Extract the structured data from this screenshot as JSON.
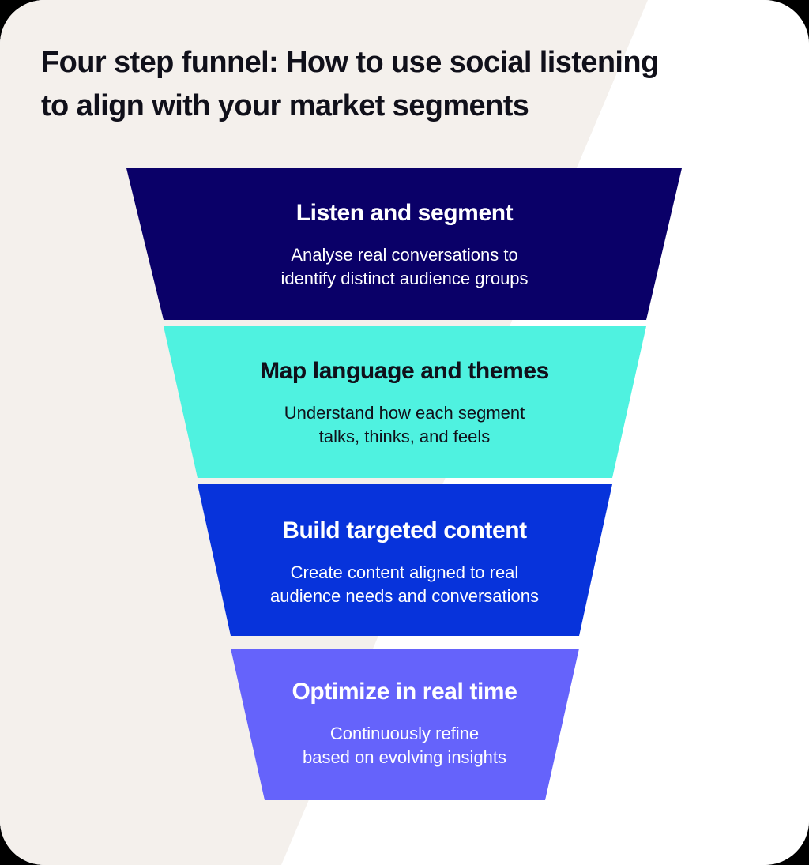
{
  "card": {
    "background_beige": "#f4f0ec",
    "background_white": "#ffffff"
  },
  "title": {
    "line1": "Four step funnel: How to use social listening",
    "line2": "to align with your market segments",
    "color": "#10101a"
  },
  "chart_data": {
    "type": "funnel",
    "title": "Four step funnel: How to use social listening to align with your market segments",
    "stages": [
      {
        "index": 1,
        "label": "Listen and segment",
        "description": "Analyse real conversations to\nidentify distinct audience groups",
        "color": "#0a0068",
        "text_color": "#ffffff",
        "width_top": 703,
        "width_bottom": 611
      },
      {
        "index": 2,
        "label": "Map language and themes",
        "description": "Understand how each segment\ntalks, thinks, and feels",
        "color": "#4ff2e0",
        "text_color": "#10101a",
        "width_top": 611,
        "width_bottom": 525
      },
      {
        "index": 3,
        "label": "Build targeted content",
        "description": "Create content aligned to real\naudience needs and conversations",
        "color": "#0733db",
        "text_color": "#ffffff",
        "width_top": 525,
        "width_bottom": 441
      },
      {
        "index": 4,
        "label": "Optimize in real time",
        "description": "Continuously refine\nbased on evolving insights",
        "color": "#6563fb",
        "text_color": "#ffffff",
        "width_top": 441,
        "width_bottom": 355
      }
    ]
  }
}
